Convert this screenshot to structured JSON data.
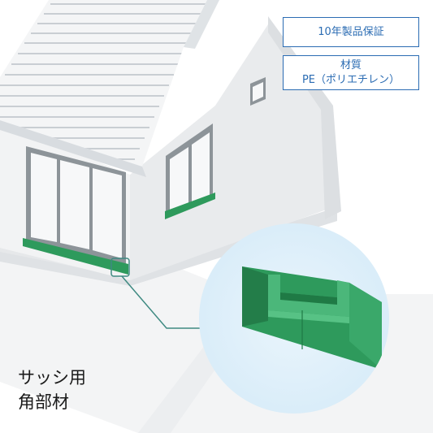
{
  "badges": {
    "warranty": "10年製品保証",
    "material_label": "材質",
    "material_value": "PE（ポリエチレン）"
  },
  "caption": {
    "line1": "サッシ用",
    "line2": "角部材"
  },
  "colors": {
    "accent_blue": "#2b6cb3",
    "product_green": "#2e9a5c",
    "callout_bg": "#e3f1fb",
    "leader_line": "#3f8a82"
  }
}
